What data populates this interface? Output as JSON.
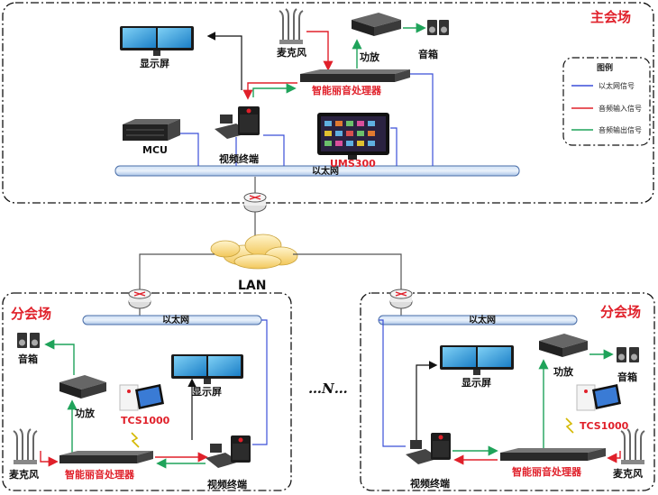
{
  "main_site": {
    "title": "主会场",
    "display_label": "显示屏",
    "mic_label": "麦克风",
    "amp_label": "功放",
    "speaker_label": "音箱",
    "processor_label": "智能丽音处理器",
    "mcu_label": "MCU",
    "terminal_label": "视频终端",
    "ums_label": "UMS300",
    "bus_label": "以太网"
  },
  "legend": {
    "title": "图例",
    "items": [
      {
        "label": "以太网信号",
        "color": "#3b4fd8"
      },
      {
        "label": "音频输入信号",
        "color": "#e0202a"
      },
      {
        "label": "音频输出信号",
        "color": "#1fa35a"
      }
    ]
  },
  "network": {
    "lan_label": "LAN"
  },
  "branch_left": {
    "title": "分会场",
    "bus_label": "以太网",
    "speaker_label": "音箱",
    "amp_label": "功放",
    "tablet_label": "TCS1000",
    "display_label": "显示屏",
    "mic_label": "麦克风",
    "processor_label": "智能丽音处理器",
    "terminal_label": "视频终端"
  },
  "ellipsis": "…N…",
  "branch_right": {
    "title": "分会场",
    "bus_label": "以太网",
    "display_label": "显示屏",
    "amp_label": "功放",
    "speaker_label": "音箱",
    "tablet_label": "TCS1000",
    "processor_label": "智能丽音处理器",
    "mic_label": "麦克风",
    "terminal_label": "视频终端"
  }
}
